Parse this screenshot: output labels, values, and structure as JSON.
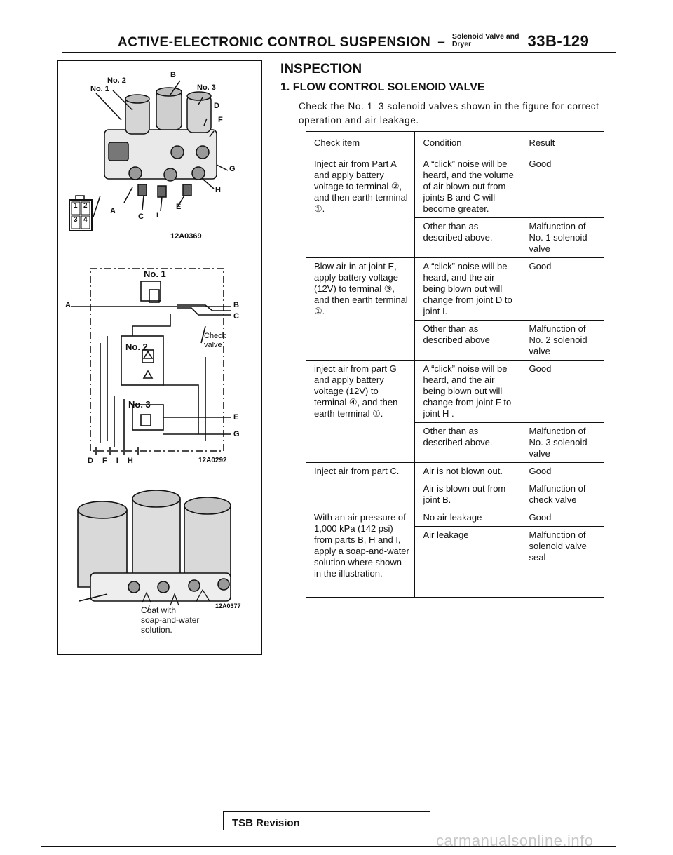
{
  "header": {
    "title": "ACTIVE-ELECTRONIC CONTROL SUSPENSION",
    "dash": "–",
    "sub_line1": "Solenoid Valve and",
    "sub_line2": "Dryer",
    "page": "33B-129"
  },
  "figure1": {
    "labels": {
      "no1": "No. 1",
      "no2": "No. 2",
      "no3": "No. 3",
      "b": "B",
      "d": "D",
      "f": "F",
      "g": "G",
      "h": "H",
      "a": "A",
      "c": "C",
      "i": "I",
      "e": "E"
    },
    "connector_pins": [
      "1",
      "2",
      "3",
      "4"
    ],
    "code": "12A0369"
  },
  "figure2": {
    "labels": {
      "no1": "No. 1",
      "no2": "No. 2",
      "no3": "No. 3",
      "a": "A",
      "b": "B",
      "c": "C",
      "e": "E",
      "g": "G",
      "check_valve_line1": "Check",
      "check_valve_line2": "valve",
      "bottom": "D F I H"
    },
    "code": "12A0292"
  },
  "figure3": {
    "caption_line1": "Coat with",
    "caption_line2": "soap-and-water",
    "caption_line3": "solution.",
    "code": "12A0377"
  },
  "inspection": {
    "title": "INSPECTION",
    "subtitle": "1. FLOW CONTROL SOLENOID VALVE",
    "intro": "Check the No. 1–3 solenoid valves shown in the figure for correct operation and air leakage."
  },
  "table": {
    "headers": {
      "item": "Check item",
      "condition": "Condition",
      "result": "Result"
    },
    "groups": [
      {
        "item": "Inject air from Part A and apply battery voltage to terminal ②, and then earth terminal ①.",
        "rows": [
          {
            "condition": "A “click” noise will be heard, and the volume of air blown out from joints B and C will become greater.",
            "result": "Good"
          },
          {
            "condition": "Other than as described above.",
            "result": "Malfunction of No. 1 solenoid valve"
          }
        ]
      },
      {
        "item": "Blow air in at joint E, apply battery voltage (12V) to terminal ③, and then earth terminal ①.",
        "rows": [
          {
            "condition": "A “click” noise will be heard, and the air being blown out will change from joint D to joint I.",
            "result": "Good"
          },
          {
            "condition": "Other than as described above",
            "result": "Malfunction of No. 2 solenoid valve"
          }
        ]
      },
      {
        "item": "inject air from part G and apply battery voltage (12V) to terminal ④, and then earth terminal ①.",
        "rows": [
          {
            "condition": "A “click” noise will be heard, and the air being blown out will change from joint F to joint H .",
            "result": "Good"
          },
          {
            "condition": "Other than as described above.",
            "result": "Malfunction of No. 3 solenoid valve"
          }
        ]
      },
      {
        "item": "Inject air from part C.",
        "rows": [
          {
            "condition": "Air is not blown out.",
            "result": "Good"
          },
          {
            "condition": "Air is blown out from joint B.",
            "result": "Malfunction of check valve"
          }
        ]
      },
      {
        "item": "With an air pressure of 1,000 kPa (142 psi) from parts B, H and I, apply a soap-and-water solution where shown in the illustration.",
        "rows": [
          {
            "condition": "No air leakage",
            "result": "Good"
          },
          {
            "condition": "Air leakage",
            "result": "Malfunction of solenoid valve seal"
          }
        ]
      }
    ]
  },
  "footer": {
    "tsb": "TSB Revision",
    "watermark": "carmanualsonline.info"
  }
}
